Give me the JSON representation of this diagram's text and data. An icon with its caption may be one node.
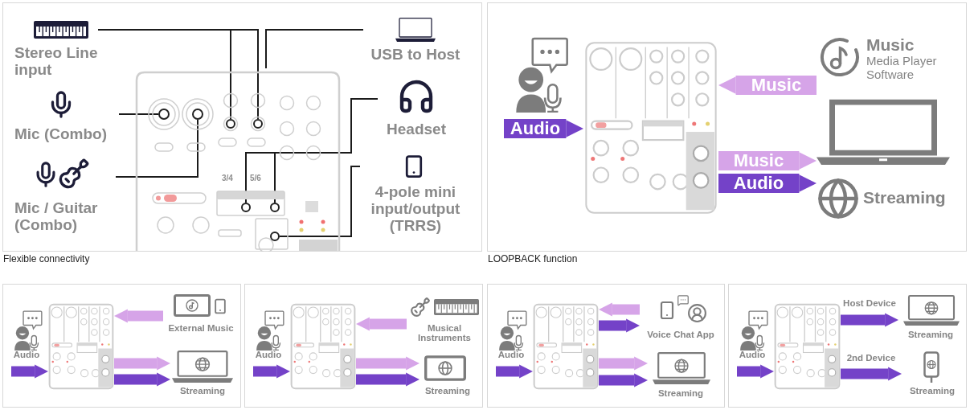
{
  "diagram": {
    "nodes": [
      {
        "text": [
          "Stereo Line input"
        ]
      },
      {
        "text": [
          "Mic (Combo)"
        ]
      },
      {
        "text": [
          "Mic / Guitar (Combo)"
        ]
      },
      {
        "text": [],
        "shape": "picture"
      },
      {
        "text": [],
        "shape": "circle",
        "in": 3
      },
      {
        "text": [],
        "shape": "circle",
        "in": 3
      },
      {
        "text": [],
        "shape": "circle",
        "in": 3
      },
      {
        "text": [],
        "shape": "circle",
        "in": 3
      },
      {
        "text": [],
        "shape": "circle",
        "in": 3
      },
      {
        "text": [],
        "shape": "circle",
        "in": 3
      },
      {
        "text": [],
        "shape": "circle",
        "in": 3
      },
      {
        "text": [
          "USB to Host"
        ]
      },
      {
        "text": [
          "Headset"
        ]
      },
      {
        "text": [
          "4-pole mini input/output (TRRS)"
        ]
      },
      {
        "text": [],
        "shape": "picture"
      },
      {
        "text": [
          "Music",
          "Media Player Software"
        ]
      },
      {
        "text": [],
        "shape": "picture"
      },
      {
        "text": [
          "Streaming"
        ]
      },
      {
        "text": [],
        "shape": "picture"
      },
      {
        "text": [
          "External Music"
        ]
      },
      {
        "text": [
          "Streaming"
        ]
      },
      {
        "text": [],
        "shape": "picture"
      },
      {
        "text": [
          "Musical Instruments"
        ]
      },
      {
        "text": [
          "Streaming"
        ]
      },
      {
        "text": [],
        "shape": "picture"
      },
      {
        "text": [
          "Voice Chat App"
        ]
      },
      {
        "text": [
          "Streaming"
        ]
      },
      {
        "text": [],
        "shape": "picture"
      },
      {
        "text": [
          "Streaming"
        ]
      },
      {
        "text": [
          "Streaming"
        ]
      }
    ],
    "edges": [
      {
        "from": 0,
        "to": 6,
        "arrow": "none",
        "color": "#1b1b1b"
      },
      {
        "from": 0,
        "to": 7,
        "arrow": "none",
        "color": "#1b1b1b"
      },
      {
        "from": 1,
        "to": 4,
        "arrow": "none",
        "color": "#1b1b1b"
      },
      {
        "from": 2,
        "to": 5,
        "arrow": "none",
        "color": "#1b1b1b"
      },
      {
        "from": 11,
        "to": 3,
        "arrow": "none",
        "color": "#1b1b1b"
      },
      {
        "from": 12,
        "to": 8,
        "arrow": "none",
        "color": "#1b1b1b"
      },
      {
        "from": 12,
        "to": 9,
        "arrow": "none",
        "color": "#1b1b1b"
      },
      {
        "from": 13,
        "to": 10,
        "arrow": "none",
        "color": "#1b1b1b"
      },
      {
        "from": null,
        "to": 14,
        "arrow": "to",
        "label": "Audio",
        "style": "thick"
      },
      {
        "from": 15,
        "to": 14,
        "arrow": "to",
        "label": "Music",
        "style": "thick",
        "color": "#d6a4e8"
      },
      {
        "from": 14,
        "to": 16,
        "arrow": "to",
        "label": "Music",
        "style": "thick",
        "color": "#d6a4e8"
      },
      {
        "from": 14,
        "to": 17,
        "arrow": "to",
        "label": "Audio",
        "style": "thick"
      },
      {
        "from": null,
        "to": 18,
        "arrow": "to",
        "label": "Audio"
      },
      {
        "from": 19,
        "to": 18,
        "arrow": "to",
        "color": "#d6a4e8"
      },
      {
        "from": 18,
        "to": 20,
        "arrow": "to",
        "color": "#d6a4e8"
      },
      {
        "from": 18,
        "to": 20,
        "arrow": "to"
      },
      {
        "from": null,
        "to": 21,
        "arrow": "to",
        "label": "Audio"
      },
      {
        "from": 22,
        "to": 21,
        "arrow": "to",
        "color": "#d6a4e8"
      },
      {
        "from": 21,
        "to": 23,
        "arrow": "to",
        "color": "#d6a4e8"
      },
      {
        "from": 21,
        "to": 23,
        "arrow": "to"
      },
      {
        "from": null,
        "to": 24,
        "arrow": "to",
        "label": "Audio"
      },
      {
        "from": 25,
        "to": 24,
        "arrow": "to",
        "color": "#d6a4e8"
      },
      {
        "from": 24,
        "to": 25,
        "arrow": "to"
      },
      {
        "from": 24,
        "to": 26,
        "arrow": "to",
        "color": "#d6a4e8"
      },
      {
        "from": 24,
        "to": 26,
        "arrow": "to"
      },
      {
        "from": null,
        "to": 27,
        "arrow": "to",
        "label": "Audio"
      },
      {
        "from": 27,
        "to": 28,
        "arrow": "to",
        "label": "Host Device"
      },
      {
        "from": 27,
        "to": 29,
        "arrow": "to",
        "label": "2nd Device"
      }
    ],
    "labels": [
      "3/4",
      "5/6",
      "Flexible connectivity",
      "LOOPBACK function"
    ]
  }
}
